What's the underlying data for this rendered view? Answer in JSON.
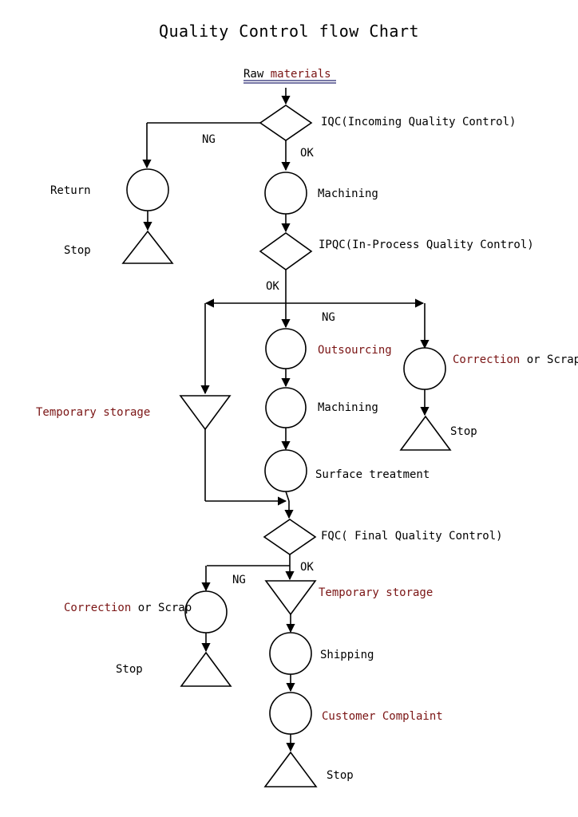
{
  "title": "Quality Control flow Chart",
  "start": {
    "raw": "Raw",
    "materials": "materials"
  },
  "iqc": {
    "label": "IQC(Incoming Quality Control)",
    "ng": "NG",
    "ok": "OK"
  },
  "left_branch": {
    "return": "Return",
    "stop": "Stop"
  },
  "machining1": "Machining",
  "ipqc": {
    "label": "IPQC(In-Process Quality Control)",
    "ok": "OK",
    "ng": "NG"
  },
  "outsourcing": "Outsourcing",
  "right_branch": {
    "correction": "Correction",
    "or_scrap": "or Scrap",
    "stop": "Stop"
  },
  "temp_storage_left": "Temporary storage",
  "machining2": "Machining",
  "surface_treatment": "Surface treatment",
  "fqc": {
    "label": "FQC( Final Quality Control)",
    "ok": "OK",
    "ng": "NG"
  },
  "fqc_left": {
    "correction": "Correction",
    "or_scrap": "or Scrap",
    "stop": "Stop"
  },
  "temp_storage_2": "Temporary storage",
  "shipping": "Shipping",
  "customer_complaint": "Customer Complaint",
  "final_stop": "Stop",
  "colors": {
    "highlight": "#7a1414",
    "stroke": "#000000",
    "underline": "#4a4a88"
  }
}
